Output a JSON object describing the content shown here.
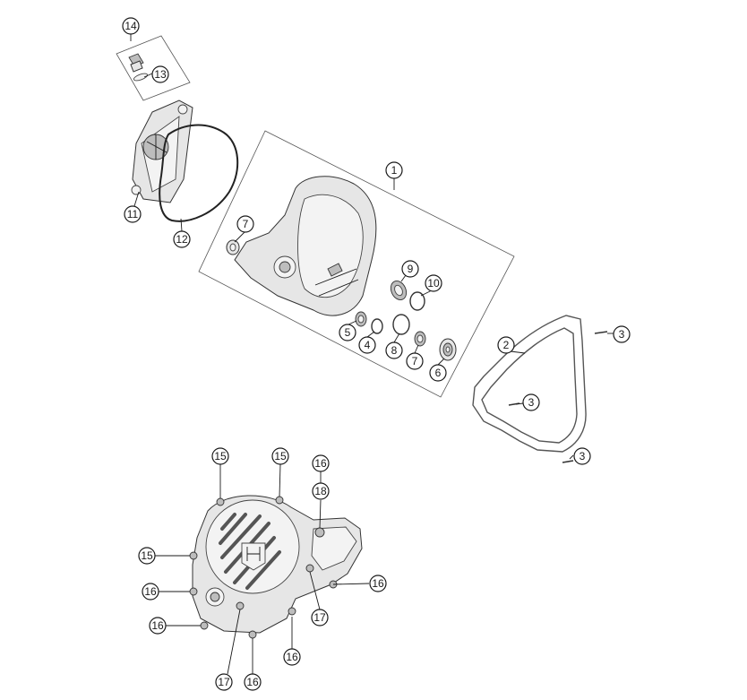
{
  "diagram": {
    "background": "#ffffff",
    "ink": "#1a1a1a",
    "callouts": [
      "1",
      "2",
      "3",
      "3",
      "3",
      "4",
      "5",
      "6",
      "7",
      "7",
      "8",
      "9",
      "10",
      "11",
      "12",
      "13",
      "14",
      "15",
      "15",
      "15",
      "16",
      "16",
      "16",
      "16",
      "16",
      "16",
      "17",
      "17",
      "18"
    ]
  }
}
